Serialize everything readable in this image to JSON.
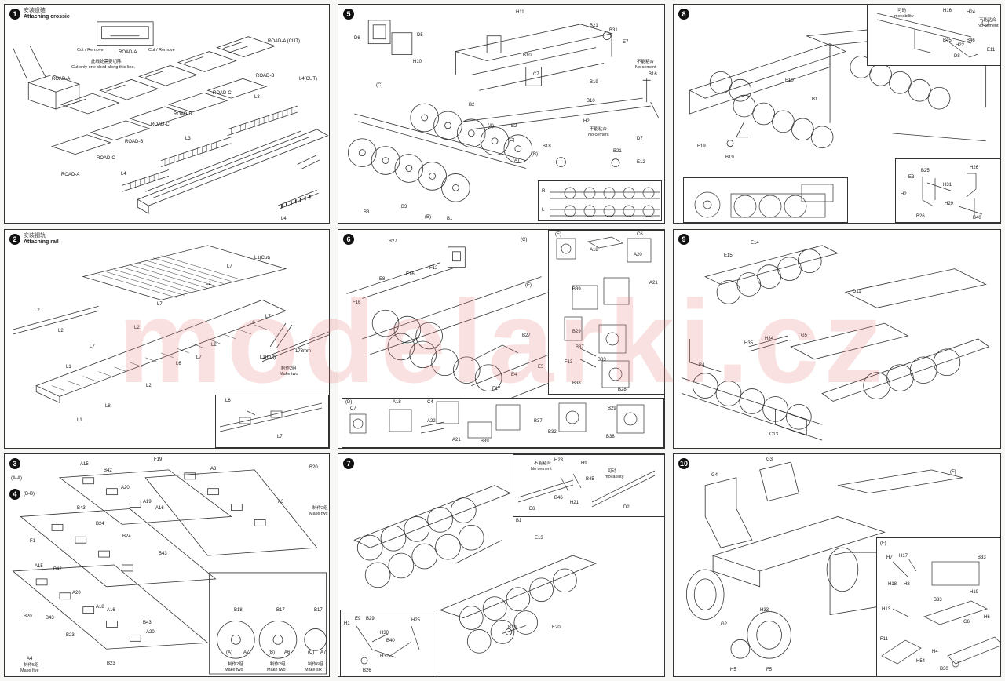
{
  "watermark": "modelarki.cz",
  "colors": {
    "line": "#333333",
    "watermark": "#e87878",
    "paper": "#ffffff"
  },
  "panel1": {
    "number": "1",
    "title_cn": "安装道碴",
    "title_en": "Attaching crossie",
    "labels": {
      "road_a_top": "ROAD-A",
      "cut_remove_left": "Cut / Remove",
      "cut_remove_right": "Cut / Remove",
      "road_a_cut": "ROAD-A (CUT)",
      "note_cn": "此线处需要切除",
      "note_en": "Cut only one shed along this line.",
      "road_a_left": "ROAD-A",
      "road_b1": "ROAD-B",
      "road_c1": "ROAD-C",
      "road_b2": "ROAD-B",
      "road_c2": "ROAD-C",
      "road_b3": "ROAD-B",
      "road_c3": "ROAD-C",
      "road_a_bottom": "ROAD-A",
      "l4_cut": "L4(CUT)",
      "l3_a": "L3",
      "l3_b": "L3",
      "l4_a": "L4",
      "l4_b": "L4"
    }
  },
  "panel2": {
    "number": "2",
    "title_cn": "安装钢轨",
    "title_en": "Attaching rail",
    "labels": {
      "l1_cut": "L1(Cut)",
      "l7_a": "L7",
      "l2_a": "L2",
      "l2_b": "L2",
      "l7_b": "L7",
      "l2_c": "L2",
      "l6": "L6",
      "l2_d": "L2",
      "l7_c": "L7",
      "l1_a": "L1",
      "l7_d": "L7",
      "l6_b": "L6",
      "l2_e": "L2",
      "l8": "L8",
      "l1_b": "L1",
      "l1_cut_b": "L1(Cut)",
      "dim": "173mm",
      "make_two_cn": "制作2组",
      "make_two": "Make two",
      "inset_l6": "L6",
      "inset_l7": "L7"
    }
  },
  "panel3": {
    "number": "3",
    "number_b": "4",
    "sub_a": "(A-A)",
    "sub_b": "(B-B)",
    "labels": {
      "a15": "A15",
      "b42": "B42",
      "a20": "A20",
      "a19": "A19",
      "a16": "A16",
      "b43": "B43",
      "b24": "B24",
      "f19": "F19",
      "a3": "A3",
      "b20": "B20",
      "a3b": "A3",
      "make_two_cn": "制作2组",
      "make_two": "Make two",
      "f1": "F1",
      "b43b": "B43",
      "a15b": "A15",
      "b42b": "B42",
      "a20b": "A20",
      "a18": "A18",
      "a16b": "A16",
      "b23": "B23",
      "b20b": "B20",
      "a4": "A4",
      "make_five_cn": "制作5组",
      "make_five": "Make five",
      "b23b": "B23",
      "a20c": "A20"
    },
    "wheels": {
      "b18": "B18",
      "b17": "B17",
      "b17b": "B17",
      "a": "(A)",
      "b": "(B)",
      "c": "(C)",
      "a7": "A7",
      "a6": "A6",
      "a7b": "A7",
      "make_two_cn": "制作2组",
      "make_two": "Make two",
      "make_two_cn_b": "制作2组",
      "make_two_b": "Make two",
      "make_six_cn": "制作6组",
      "make_six": "Make six"
    }
  },
  "panel5": {
    "number": "5",
    "labels": {
      "h11": "H11",
      "d6": "D6",
      "d5": "D5",
      "h10": "H10",
      "b21": "B21",
      "b31": "B31",
      "e7": "E7",
      "b10": "B10",
      "c7": "C7",
      "b19": "B19",
      "b16": "B16",
      "no_cement_cn": "不能粘合",
      "no_cement": "No cement",
      "c_a": "(C)",
      "b2": "B2",
      "a3": "(A)",
      "b2b": "B2",
      "b17": "(B)",
      "h2": "H2",
      "no_cement_cn_b": "不能粘合",
      "no_cement_b": "No cement",
      "b18": "B18",
      "d7": "D7",
      "b21b": "B21",
      "b3": "B3",
      "e12": "E12",
      "b3b": "B3",
      "c3": "(C)",
      "b3c": "(B)",
      "r": "R",
      "l": "L",
      "b1": "B1",
      "a2": "(A)",
      "b10b": "B10"
    }
  },
  "panel6": {
    "number": "6",
    "labels": {
      "b27": "B27",
      "c_top": "(C)",
      "e8": "E8",
      "e16": "E16",
      "f12": "F12",
      "f16": "F16",
      "e_box": "(E)",
      "b27b": "B27",
      "e5": "E5",
      "f13": "F13",
      "e4": "E4",
      "f17": "F17",
      "a18": "A18",
      "c6": "C6",
      "a20": "A20",
      "a21": "A21",
      "b39": "B39",
      "b29": "B29",
      "b37": "B37",
      "b33": "B33",
      "b38": "B38",
      "b28": "B28",
      "d_sub": "(D)",
      "c7": "C7",
      "a18b": "A18",
      "c4": "C4",
      "a22": "A22",
      "a21b": "A21",
      "b37b": "B37",
      "b32": "B32",
      "b29b": "B29",
      "b38b": "B38",
      "b39b": "B39",
      "ee": "(E)"
    }
  },
  "panel7": {
    "number": "7",
    "labels": {
      "no_cement_cn": "不能粘合",
      "no_cement": "No cement",
      "h23": "H23",
      "h9": "H9",
      "movability_cn": "可动",
      "movability": "movability",
      "b45": "B45",
      "b46": "B46",
      "h21": "H21",
      "e6": "E6",
      "d2": "D2",
      "b1": "B1",
      "e13": "E13",
      "b19": "B19",
      "e20": "E20",
      "h1": "H1",
      "e9": "E9",
      "b29": "B29",
      "h30": "H30",
      "b40": "B40",
      "h25": "H25",
      "h32": "H32",
      "b26": "B26"
    }
  },
  "panel8": {
    "number": "8",
    "labels": {
      "movability_cn": "可动",
      "movability": "movability",
      "h16": "H16",
      "h24": "H24",
      "no_cement_cn": "不能粘合",
      "no_cement": "No cement",
      "b45": "B45",
      "h22": "H22",
      "b46": "B46",
      "e11": "E11",
      "d8": "D8",
      "e10": "E10",
      "b1": "B1",
      "e19": "E19",
      "b19": "B19",
      "e3": "E3",
      "b25": "B25",
      "h26": "H26",
      "h2": "H2",
      "h31": "H31",
      "h29": "H29",
      "b26": "B26",
      "b40": "B40"
    }
  },
  "panel9": {
    "number": "9",
    "labels": {
      "e15": "E15",
      "e14": "E14",
      "d11": "D11",
      "g5": "G5",
      "h35": "H35",
      "h34": "H34",
      "b4": "B4",
      "c13": "C13"
    }
  },
  "panel10": {
    "number": "10",
    "labels": {
      "g4": "G4",
      "g3": "G3",
      "f_top": "(F)",
      "h33": "H33",
      "g2": "G2",
      "h5": "H5",
      "f5": "F5",
      "f_box": "(F)",
      "h7": "H7",
      "h17": "H17",
      "b33": "B33",
      "h18": "H18",
      "h8": "H8",
      "h19": "H19",
      "h13": "H13",
      "b33b": "B33",
      "g6": "G6",
      "h6": "H6",
      "f11": "F11",
      "h54": "H54",
      "b30": "B30",
      "h4": "H4"
    }
  }
}
